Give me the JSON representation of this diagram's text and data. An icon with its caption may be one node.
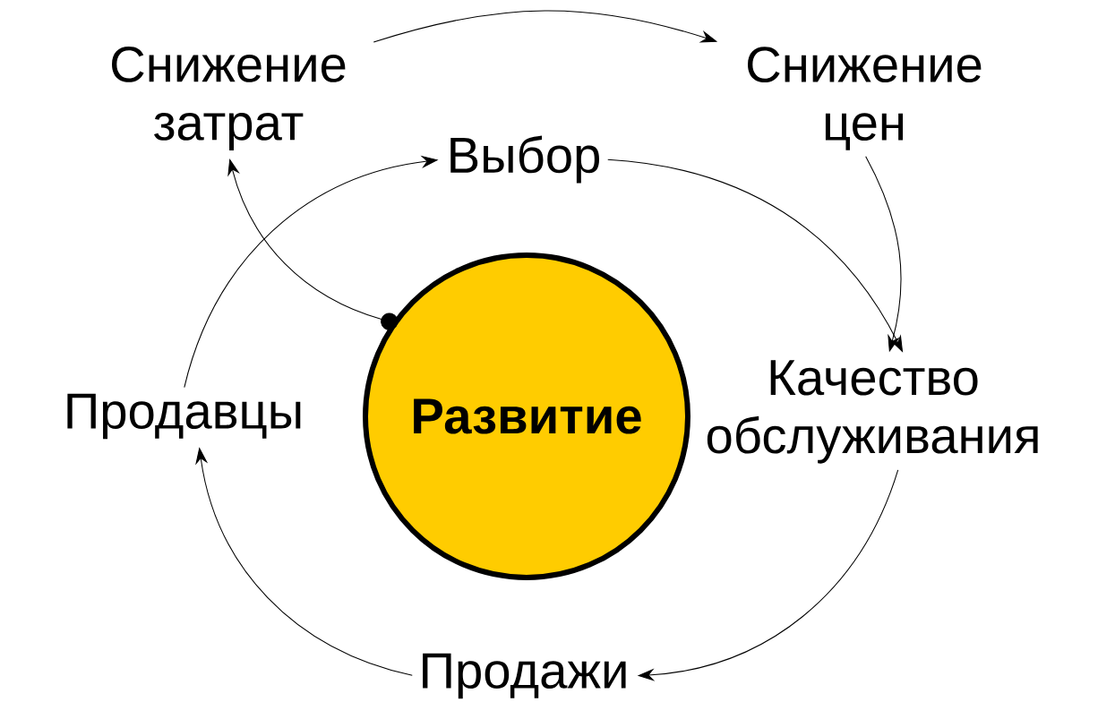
{
  "diagram": {
    "nodes": [
      {
        "text": [
          "Развитие"
        ]
      },
      {
        "text": [
          "Снижение затрат"
        ]
      },
      {
        "text": [
          "Снижение цен"
        ]
      },
      {
        "text": [
          "Выбор"
        ]
      },
      {
        "text": [
          "Качество обслуживания"
        ]
      },
      {
        "text": [
          "Продажи"
        ]
      },
      {
        "text": [
          "Продавцы"
        ]
      }
    ],
    "edges": [
      {
        "from": 1,
        "to": 2,
        "arrow": "to"
      },
      {
        "from": 3,
        "to": 4,
        "arrow": "to"
      },
      {
        "from": 2,
        "to": 4,
        "arrow": "to"
      },
      {
        "from": 4,
        "to": 5,
        "arrow": "to"
      },
      {
        "from": 5,
        "to": 6,
        "arrow": "to"
      },
      {
        "from": 6,
        "to": 3,
        "arrow": "to"
      },
      {
        "from": 0,
        "to": 1,
        "arrow": "to"
      }
    ]
  }
}
